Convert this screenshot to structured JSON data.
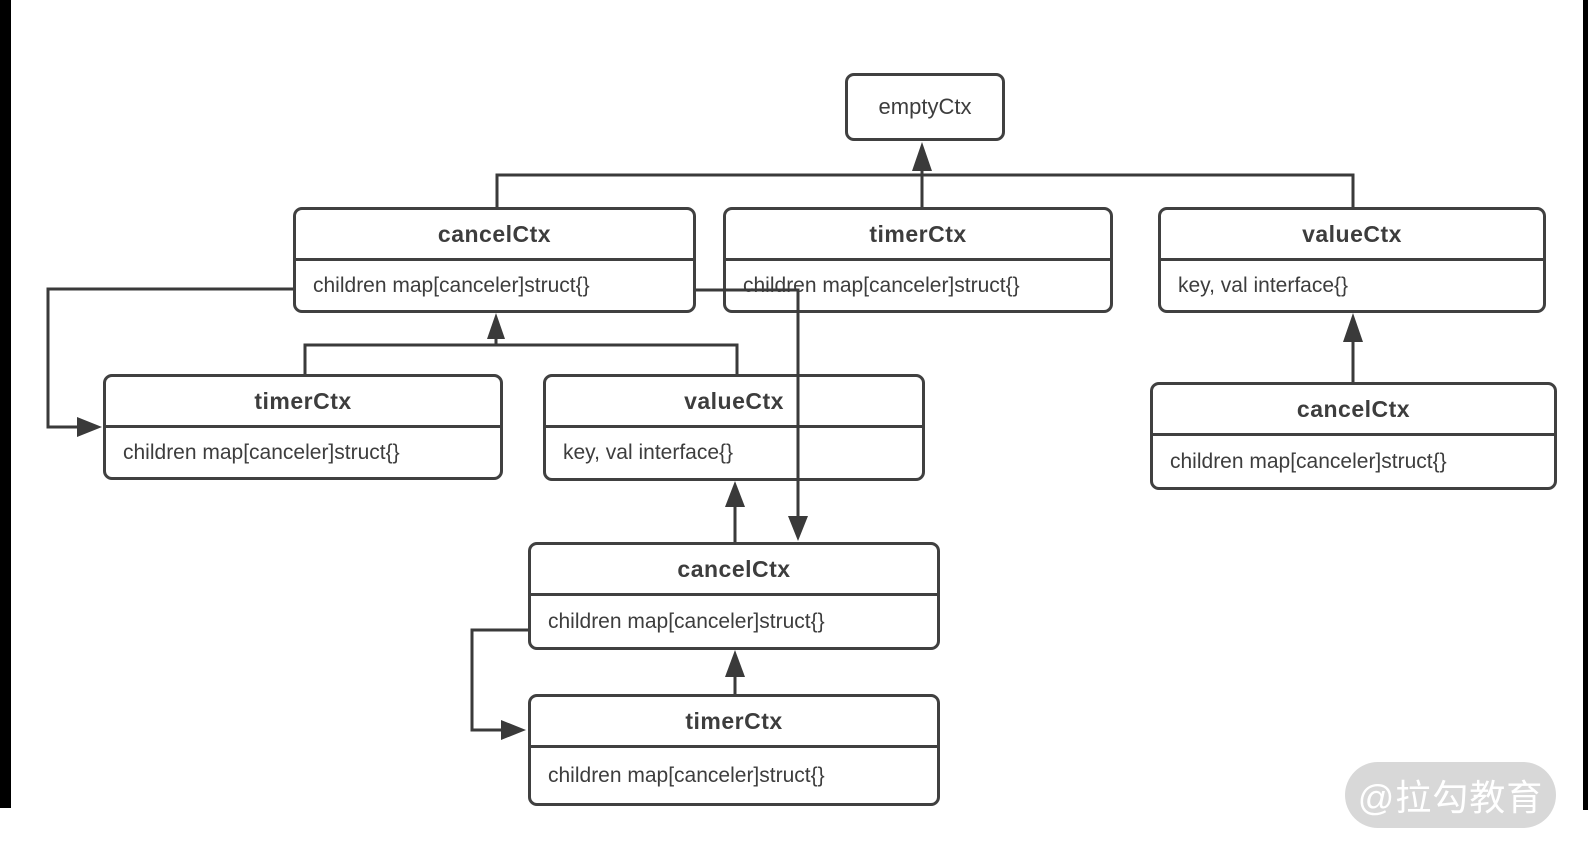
{
  "nodes": {
    "empty_ctx": {
      "title": "emptyCtx"
    },
    "cancel_ctx_l2": {
      "title": "cancelCtx",
      "field": "children map[canceler]struct{}"
    },
    "timer_ctx_l2": {
      "title": "timerCtx",
      "field": "children map[canceler]struct{}"
    },
    "value_ctx_l2": {
      "title": "valueCtx",
      "field": "key, val interface{}"
    },
    "timer_ctx_l3": {
      "title": "timerCtx",
      "field": "children map[canceler]struct{}"
    },
    "value_ctx_l3": {
      "title": "valueCtx",
      "field": "key, val interface{}"
    },
    "cancel_ctx_l3_right": {
      "title": "cancelCtx",
      "field": "children map[canceler]struct{}"
    },
    "cancel_ctx_l4": {
      "title": "cancelCtx",
      "field": "children map[canceler]struct{}"
    },
    "timer_ctx_l5": {
      "title": "timerCtx",
      "field": "children map[canceler]struct{}"
    }
  },
  "watermark": {
    "label": "@拉勾教育"
  },
  "colors": {
    "line": "#3a3a3a",
    "box_border": "#404040",
    "text": "#3d3d3d",
    "watermark_bg": "#d8d8d8",
    "watermark_text": "#ffffff"
  }
}
